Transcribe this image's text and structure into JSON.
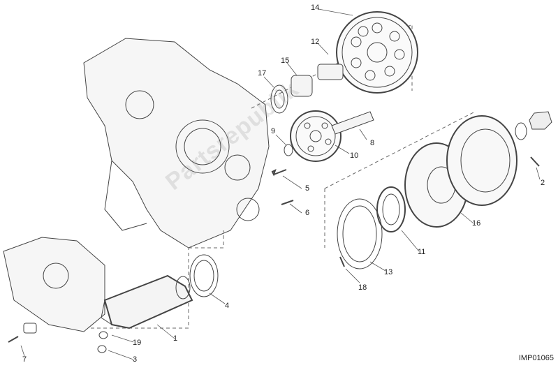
{
  "diagram": {
    "callouts": [
      "14",
      "12",
      "15",
      "17",
      "8",
      "9",
      "10",
      "5",
      "6",
      "2",
      "16",
      "11",
      "13",
      "18",
      "4",
      "1",
      "19",
      "3",
      "7"
    ],
    "drawing_code": "IMP01065",
    "watermark": "Partsrepublik"
  },
  "colors": {
    "line": "#333333",
    "fill": "#f4f4f4",
    "background": "#ffffff"
  }
}
